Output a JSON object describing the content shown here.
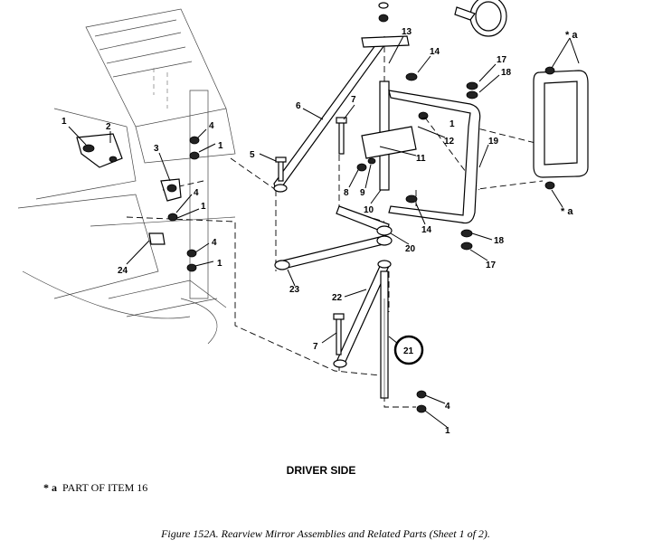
{
  "figure": {
    "view_title": "DRIVER SIDE",
    "legend": {
      "symbol": "* a",
      "text": "PART OF ITEM 16"
    },
    "caption": "Figure 152A.  Rearview Mirror Assemblies and Related Parts (Sheet 1 of 2).",
    "highlighted_callout": "21"
  },
  "callouts": {
    "c1a": "1",
    "c2": "2",
    "c3": "3",
    "c4a": "4",
    "c1b": "1",
    "c4b": "4",
    "c1c": "1",
    "c4c": "4",
    "c1d": "1",
    "c24": "24",
    "c5": "5",
    "c6": "6",
    "c7a": "7",
    "c8": "8",
    "c9": "9",
    "c10": "10",
    "c11": "11",
    "c12": "12",
    "c1e": "1",
    "c13": "13",
    "c14a": "14",
    "c17a": "17",
    "c18a": "18",
    "c19": "19",
    "c14b": "14",
    "c18b": "18",
    "c17b": "17",
    "c20": "20",
    "c23": "23",
    "c22": "22",
    "c7b": "7",
    "c21": "21",
    "c4d": "4",
    "c1f": "1",
    "star_a_top": "* a",
    "star_a_bottom": "* a"
  }
}
